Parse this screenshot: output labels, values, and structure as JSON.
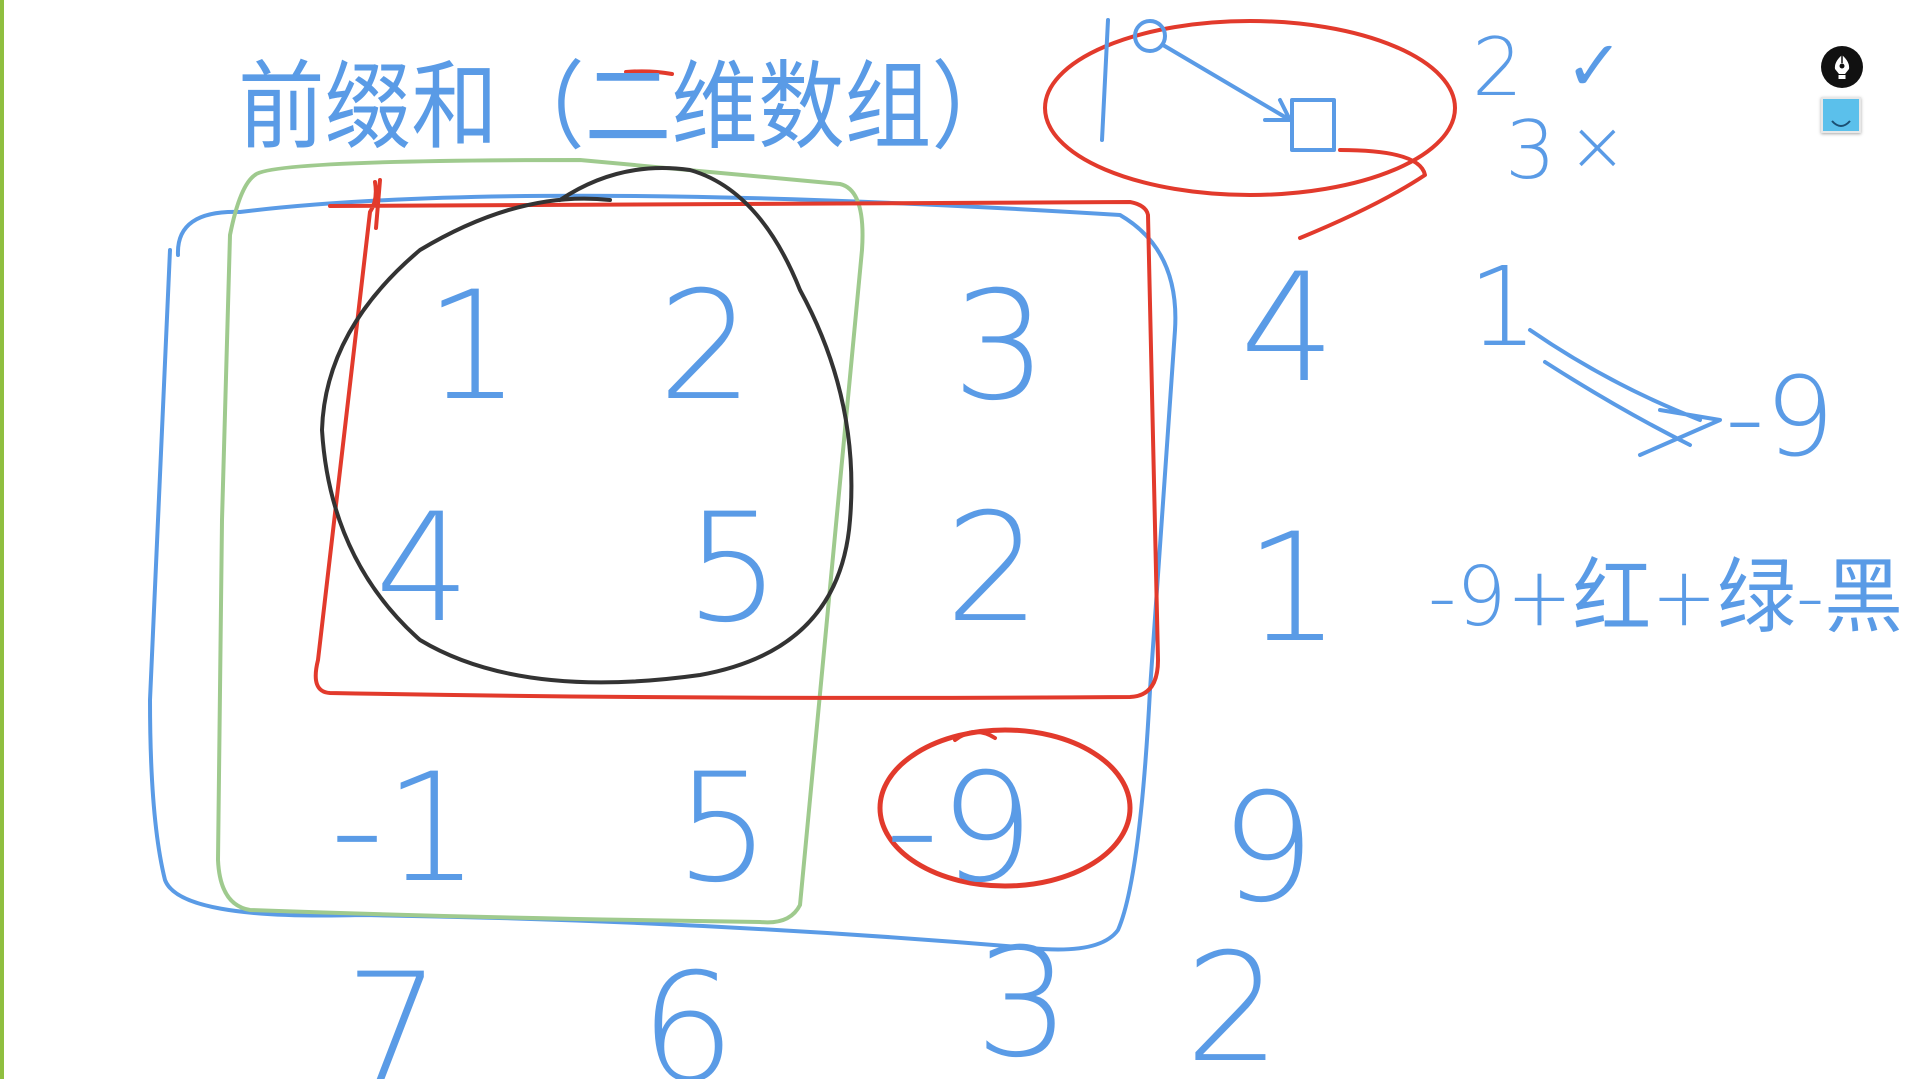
{
  "board": {
    "background": "#ffffff",
    "title": "前缀和（二维数组）",
    "grid_cells": [
      "1",
      "2",
      "3",
      "4",
      "5",
      "2",
      "-1",
      "5",
      "-9"
    ],
    "row_totals": [
      "4",
      "1",
      "9"
    ],
    "column_totals": [
      "7",
      "6",
      "3",
      "2"
    ],
    "note_direction_labels": [
      "2",
      "3",
      "✓",
      "×"
    ],
    "note_chain_from": "1",
    "note_chain_to": "-9",
    "note_formula": "-9+红+绿-黑"
  },
  "ink_colors": {
    "blue": "#5a9be6",
    "red": "#e23a2c",
    "green": "#9fca8e",
    "black": "#333333"
  },
  "toolbar": {
    "pen_tool_icon": "pen-nib-icon",
    "color_swatch": "#5bc0eb",
    "color_swatch_icon": "smile-icon"
  }
}
